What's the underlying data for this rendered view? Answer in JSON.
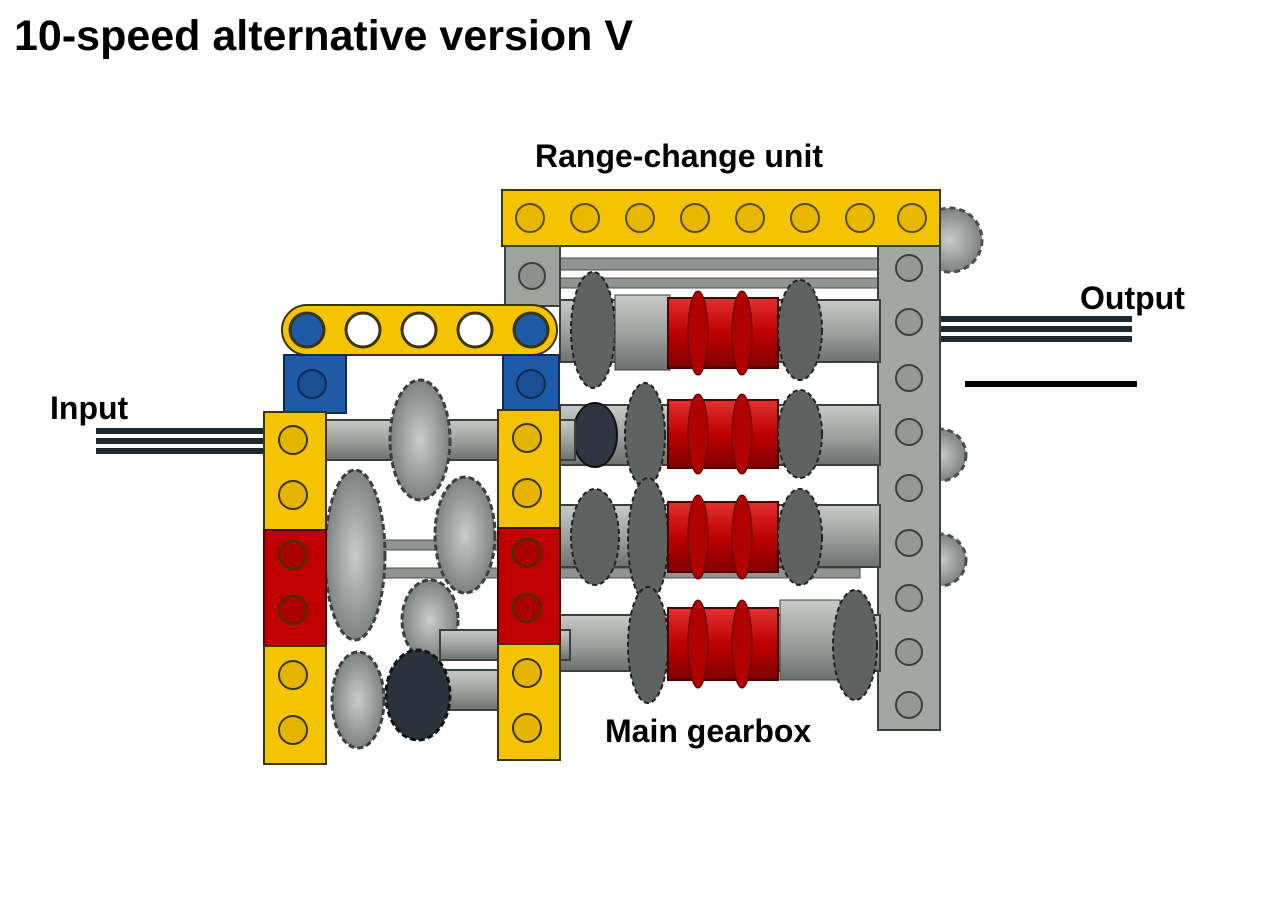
{
  "title": "10-speed alternative version V",
  "labels": {
    "range_change": "Range-change unit",
    "output": "Output",
    "input": "Input",
    "main_gearbox": "Main gearbox"
  },
  "colors": {
    "yellow": "#f5c400",
    "red": "#c00000",
    "blue": "#1f5aa6",
    "light_gray": "#9ea3a0",
    "dark_gray": "#5e6361",
    "black_axle": "#1e2a33"
  }
}
